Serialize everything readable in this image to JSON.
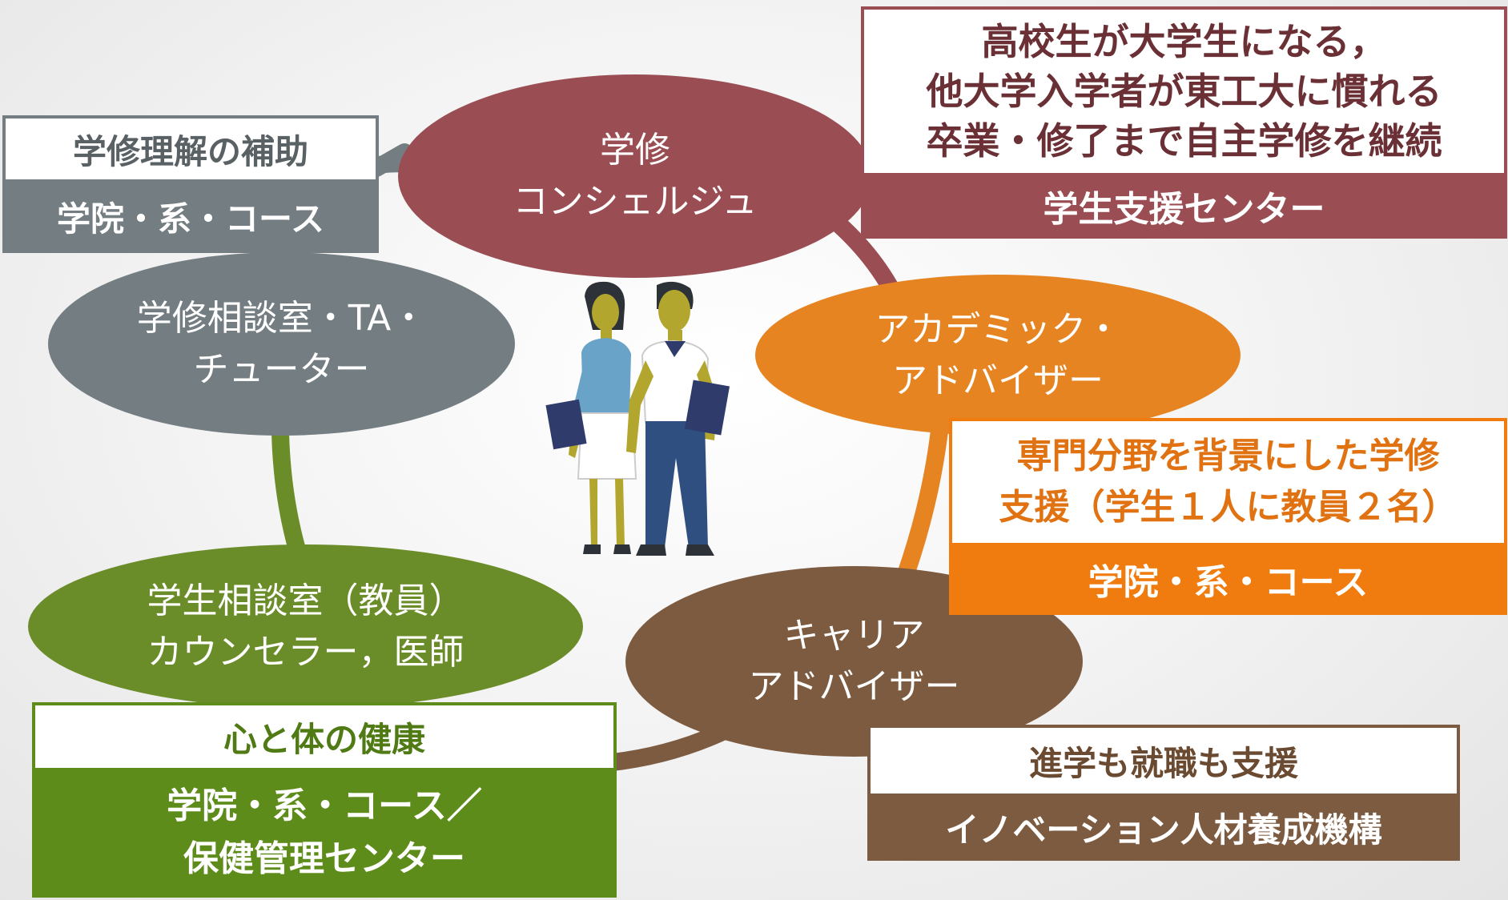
{
  "colors": {
    "concierge": "#9a4e53",
    "academic": "#e78422",
    "career": "#7d5b41",
    "tutor": "#737d82",
    "counsel": "#6b8d29",
    "green_box": "#5e8c1b",
    "orange_box": "#f07c10"
  },
  "nodes": {
    "concierge": "学修\nコンシェルジュ",
    "academic": "アカデミック・\nアドバイザー",
    "career": "キャリア\nアドバイザー",
    "counseling": "学生相談室（教員）\nカウンセラー，医師",
    "tutor": "学修相談室・TA・\nチューター"
  },
  "cards": {
    "support_center": {
      "description": "高校生が大学生になる，\n他大学入学者が東工大に慣れる\n卒業・修了まで自主学修を継続",
      "org": "学生支援センター"
    },
    "academic_advisor": {
      "description": "専門分野を背景にした学修\n支援（学生１人に教員２名）",
      "org": "学院・系・コース"
    },
    "career_support": {
      "description": "進学も就職も支援",
      "org": "イノベーション人材養成機構"
    },
    "health": {
      "description": "心と体の健康",
      "org": "学院・系・コース／\n保健管理センター"
    },
    "learning_help": {
      "description": "学修理解の補助",
      "org": "学院・系・コース"
    }
  },
  "illustration": "students-icon"
}
